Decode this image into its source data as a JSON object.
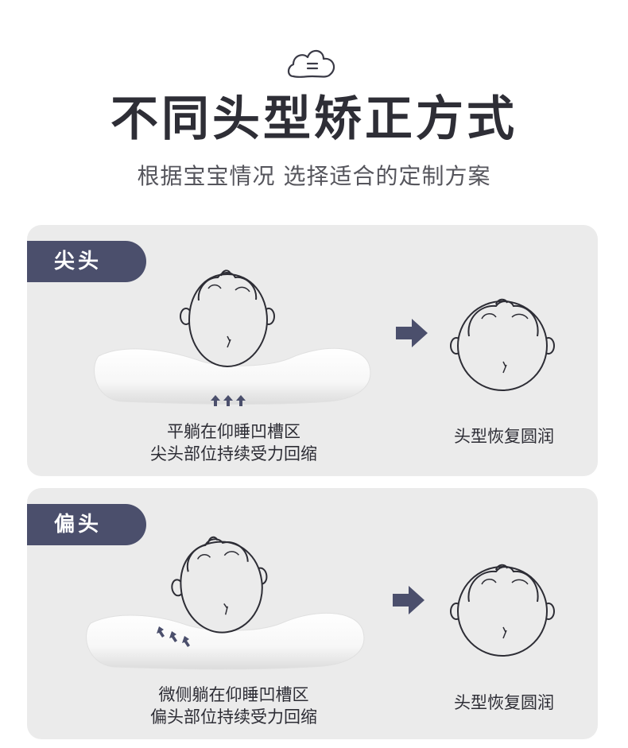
{
  "header": {
    "logo_icon": "pillow-cloud-icon",
    "title": "不同头型矫正方式",
    "subtitle": "根据宝宝情况 选择适合的定制方案"
  },
  "cards": [
    {
      "tag": "尖头",
      "caption_lines": [
        "平躺在仰睡凹槽区",
        "尖头部位持续受力回缩"
      ],
      "result": "头型恢复圆润"
    },
    {
      "tag": "偏头",
      "caption_lines": [
        "微侧躺在仰睡凹槽区",
        "偏头部位持续受力回缩"
      ],
      "result": "头型恢复圆润"
    }
  ],
  "colors": {
    "tag_bg": "#4b4f6c",
    "arrow": "#4b4f6c",
    "card_bg": "#ebebeb",
    "title": "#2e2e36"
  }
}
